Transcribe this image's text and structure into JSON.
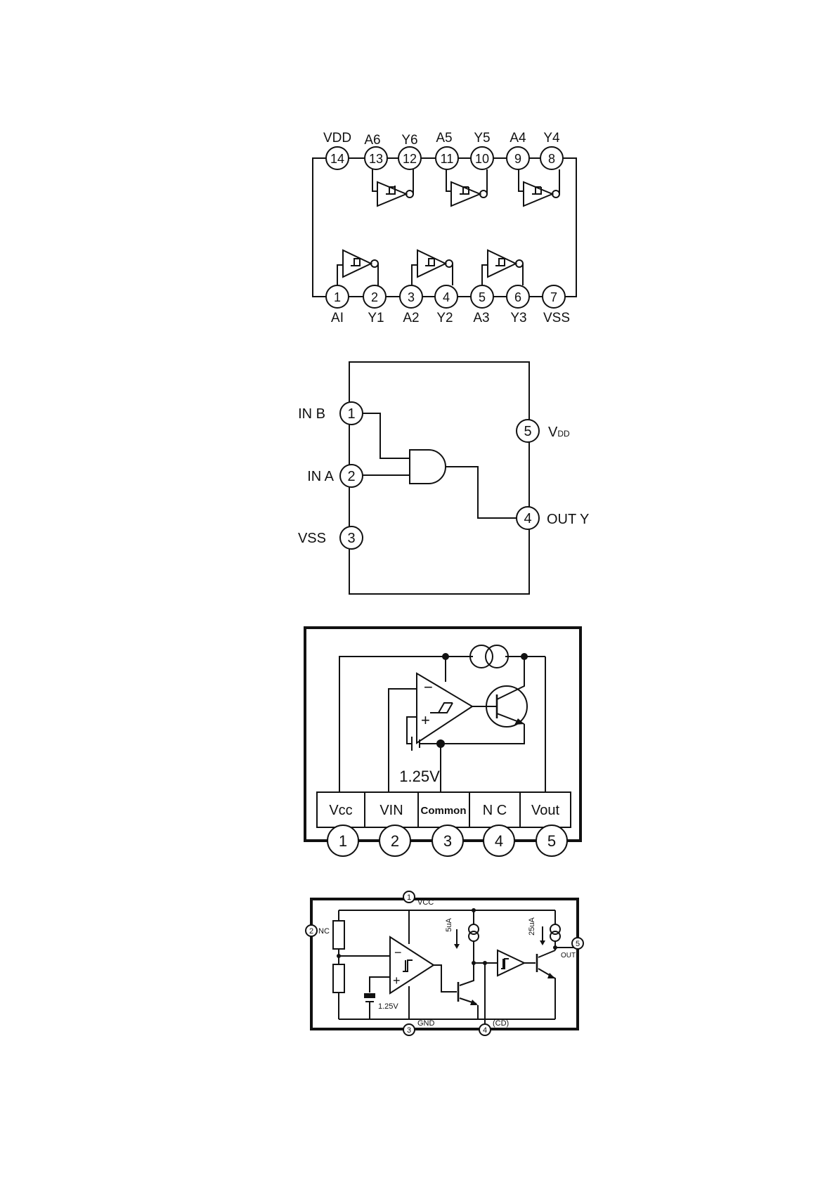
{
  "diagram1": {
    "top_labels": [
      "VDD",
      "A6",
      "Y6",
      "A5",
      "Y5",
      "A4",
      "Y4"
    ],
    "top_pins": [
      "14",
      "13",
      "12",
      "11",
      "10",
      "9",
      "8"
    ],
    "bottom_pins": [
      "1",
      "2",
      "3",
      "4",
      "5",
      "6",
      "7"
    ],
    "bottom_labels": [
      "AI",
      "Y1",
      "A2",
      "Y2",
      "A3",
      "Y3",
      "VSS"
    ]
  },
  "diagram2": {
    "pins": [
      "1",
      "2",
      "3",
      "5",
      "4"
    ],
    "label_in_b": "IN B",
    "label_in_a": "IN A",
    "label_vss": "VSS",
    "label_vdd_main": "V",
    "label_vdd_sub": "DD",
    "label_out_y": "OUT Y"
  },
  "diagram3": {
    "ref_voltage": "1.25V",
    "pin_names": [
      "Vcc",
      "VIN",
      "Common",
      "N C",
      "Vout"
    ],
    "pin_numbers": [
      "1",
      "2",
      "3",
      "4",
      "5"
    ],
    "comparator_minus": "−",
    "comparator_plus": "+"
  },
  "diagram4": {
    "pins": [
      "1",
      "2",
      "3",
      "4",
      "5"
    ],
    "label_vcc": "VCC",
    "label_nc": "NC",
    "label_gnd": "GND",
    "label_cd": "(CD)",
    "label_out": "OUT",
    "label_5ua": "5uA",
    "label_25ua": "25uA",
    "label_ref": "1.25V",
    "comparator_minus": "−",
    "comparator_plus": "+"
  }
}
